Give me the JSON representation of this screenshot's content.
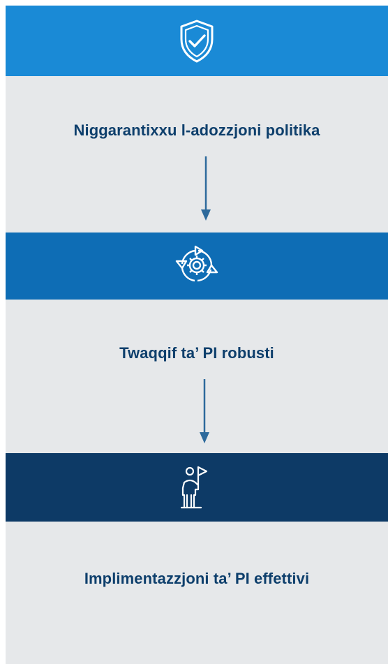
{
  "steps": [
    {
      "label": "Niggarantixxu l-adozzjoni politika",
      "icon": "shield-check-icon",
      "band_color": "#1a8ad6"
    },
    {
      "label": "Twaqqif ta’ PI robusti",
      "icon": "gear-cycle-icon",
      "band_color": "#0e6db5"
    },
    {
      "label": "Implimentazzjoni ta’ PI effettivi",
      "icon": "person-flag-icon",
      "band_color": "#0d3a66"
    }
  ],
  "colors": {
    "text": "#0e3f6c",
    "panel_bg": "#e6e8ea",
    "arrow": "#2d6a9c"
  }
}
